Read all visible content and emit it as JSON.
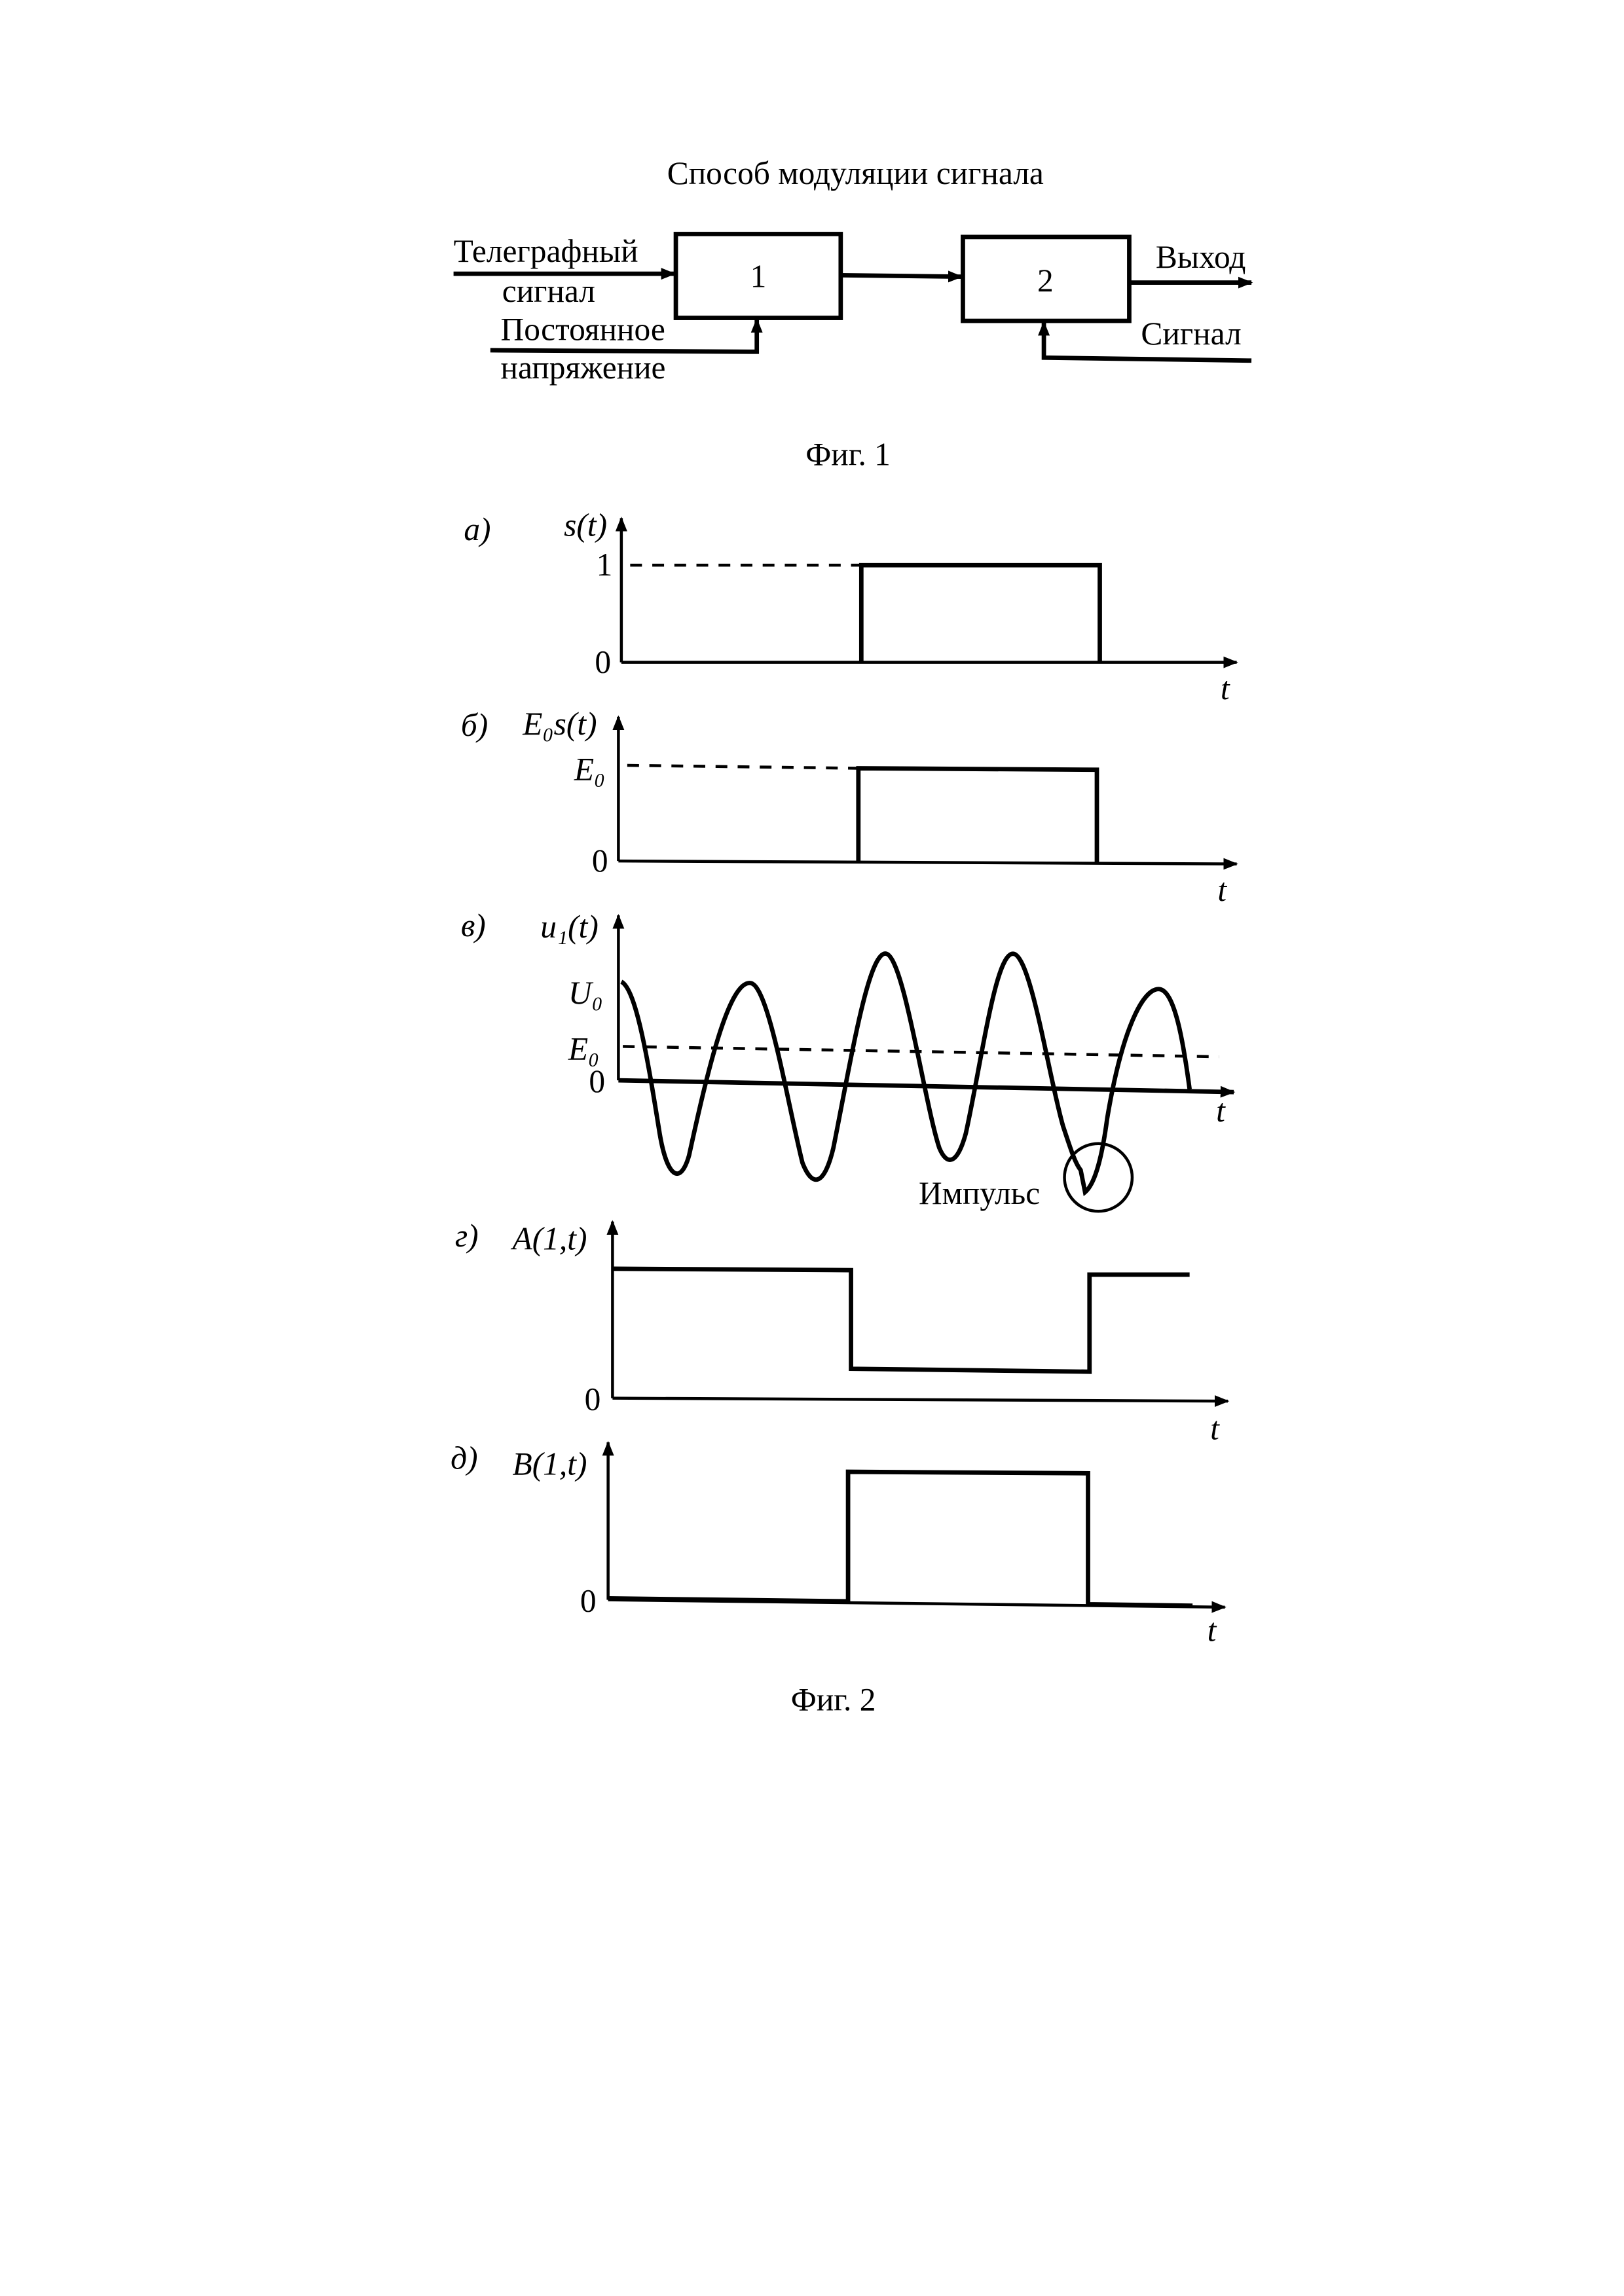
{
  "title": "Способ модуляции  сигнала",
  "fig1": {
    "block1": "1",
    "block2": "2",
    "input_telegraph_line1": "Телеграфный",
    "input_telegraph_line2": "сигнал",
    "input_dc_line1": "Постоянное",
    "input_dc_line2": "напряжение",
    "output": "Выход",
    "signal": "Сигнал",
    "caption": "Фиг. 1"
  },
  "fig2": {
    "a": {
      "label": "а)",
      "ylabel": "s(t)",
      "level": "1",
      "zero": "0",
      "t": "t"
    },
    "b": {
      "label": "б)",
      "ylabel": "E₀s(t)",
      "level": "E₀",
      "zero": "0",
      "t": "t"
    },
    "v": {
      "label": "в)",
      "ylabel": "u₁(t)",
      "level_u": "U₀",
      "level_e": "E₀",
      "zero": "0",
      "t": "t",
      "impulse": "Импульс"
    },
    "g": {
      "label": "г)",
      "ylabel": "A(1,t)",
      "zero": "0",
      "t": "t"
    },
    "d": {
      "label": "д)",
      "ylabel": "B(1,t)",
      "zero": "0",
      "t": "t"
    },
    "caption": "Фиг. 2"
  }
}
